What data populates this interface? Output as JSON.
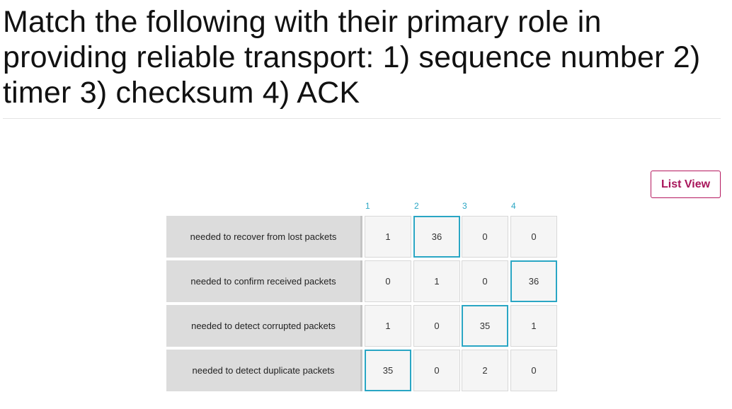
{
  "question": {
    "title": "Match the following with their primary role in providing reliable transport: 1) sequence number 2) timer 3) checksum 4) ACK"
  },
  "toolbar": {
    "list_view_label": "List View"
  },
  "matrix": {
    "columns": [
      "1",
      "2",
      "3",
      "4"
    ],
    "rows": [
      {
        "label": "needed to recover from lost packets",
        "counts": [
          "1",
          "36",
          "0",
          "0"
        ],
        "selected_index": 1
      },
      {
        "label": "needed to confirm received packets",
        "counts": [
          "0",
          "1",
          "0",
          "36"
        ],
        "selected_index": 3
      },
      {
        "label": "needed to detect corrupted packets",
        "counts": [
          "1",
          "0",
          "35",
          "1"
        ],
        "selected_index": 2
      },
      {
        "label": "needed to detect duplicate packets",
        "counts": [
          "35",
          "0",
          "2",
          "0"
        ],
        "selected_index": 0
      }
    ]
  },
  "colors": {
    "accent": "#2aa6c4",
    "brand": "#a8155a"
  }
}
